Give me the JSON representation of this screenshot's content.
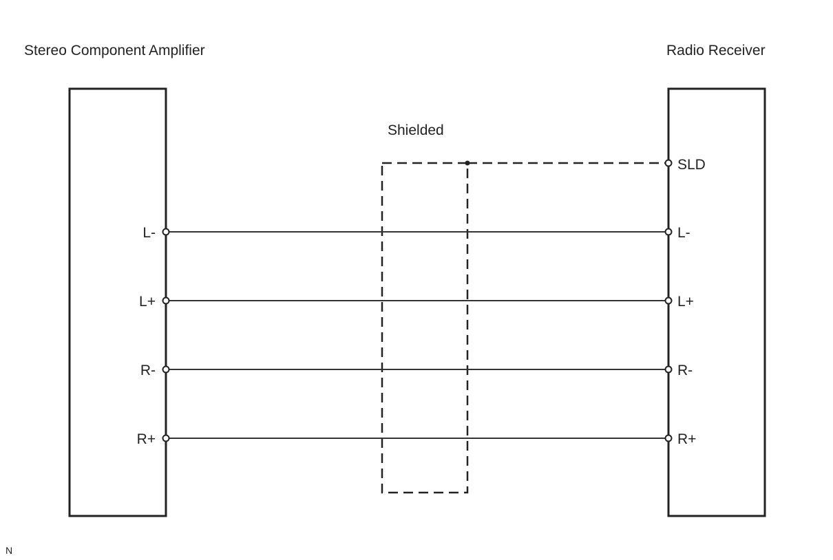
{
  "left_component": {
    "label": "Stereo Component Amplifier",
    "pins": [
      "L-",
      "L+",
      "R-",
      "R+"
    ]
  },
  "right_component": {
    "label": "Radio Receiver",
    "shield_pin": "SLD",
    "pins": [
      "L-",
      "L+",
      "R-",
      "R+"
    ]
  },
  "shield_label": "Shielded",
  "corner_mark": "N",
  "colors": {
    "line": "#222222",
    "background": "#ffffff"
  }
}
